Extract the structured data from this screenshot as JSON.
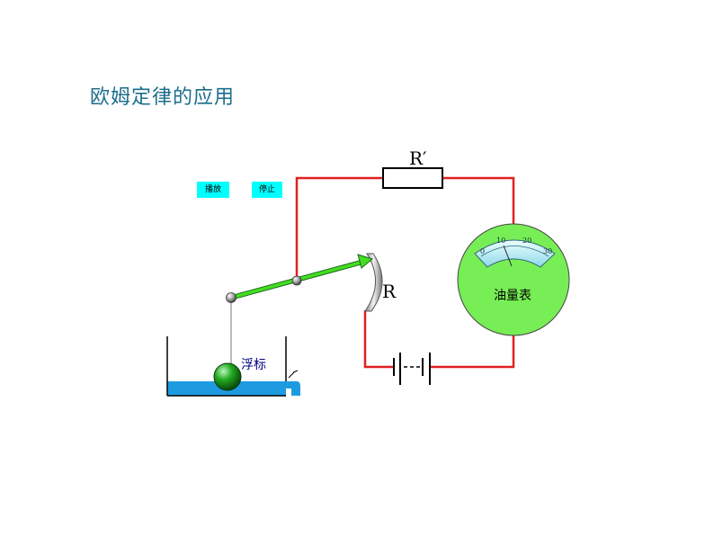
{
  "title": "欧姆定律的应用",
  "controls": {
    "play_label": "播放",
    "stop_label": "停止"
  },
  "labels": {
    "resistor_fixed": "R′",
    "resistor_variable": "R",
    "meter": "油量表",
    "float": "浮标"
  },
  "gauge": {
    "ticks": [
      "0",
      "10",
      "20",
      "30"
    ]
  },
  "colors": {
    "wire": "#e02020",
    "lever": "#22cc22",
    "meter_body": "#77ee55",
    "water": "#1e9be0",
    "float": "#118811",
    "title": "#1c6e8c",
    "button": "#00ffff"
  }
}
